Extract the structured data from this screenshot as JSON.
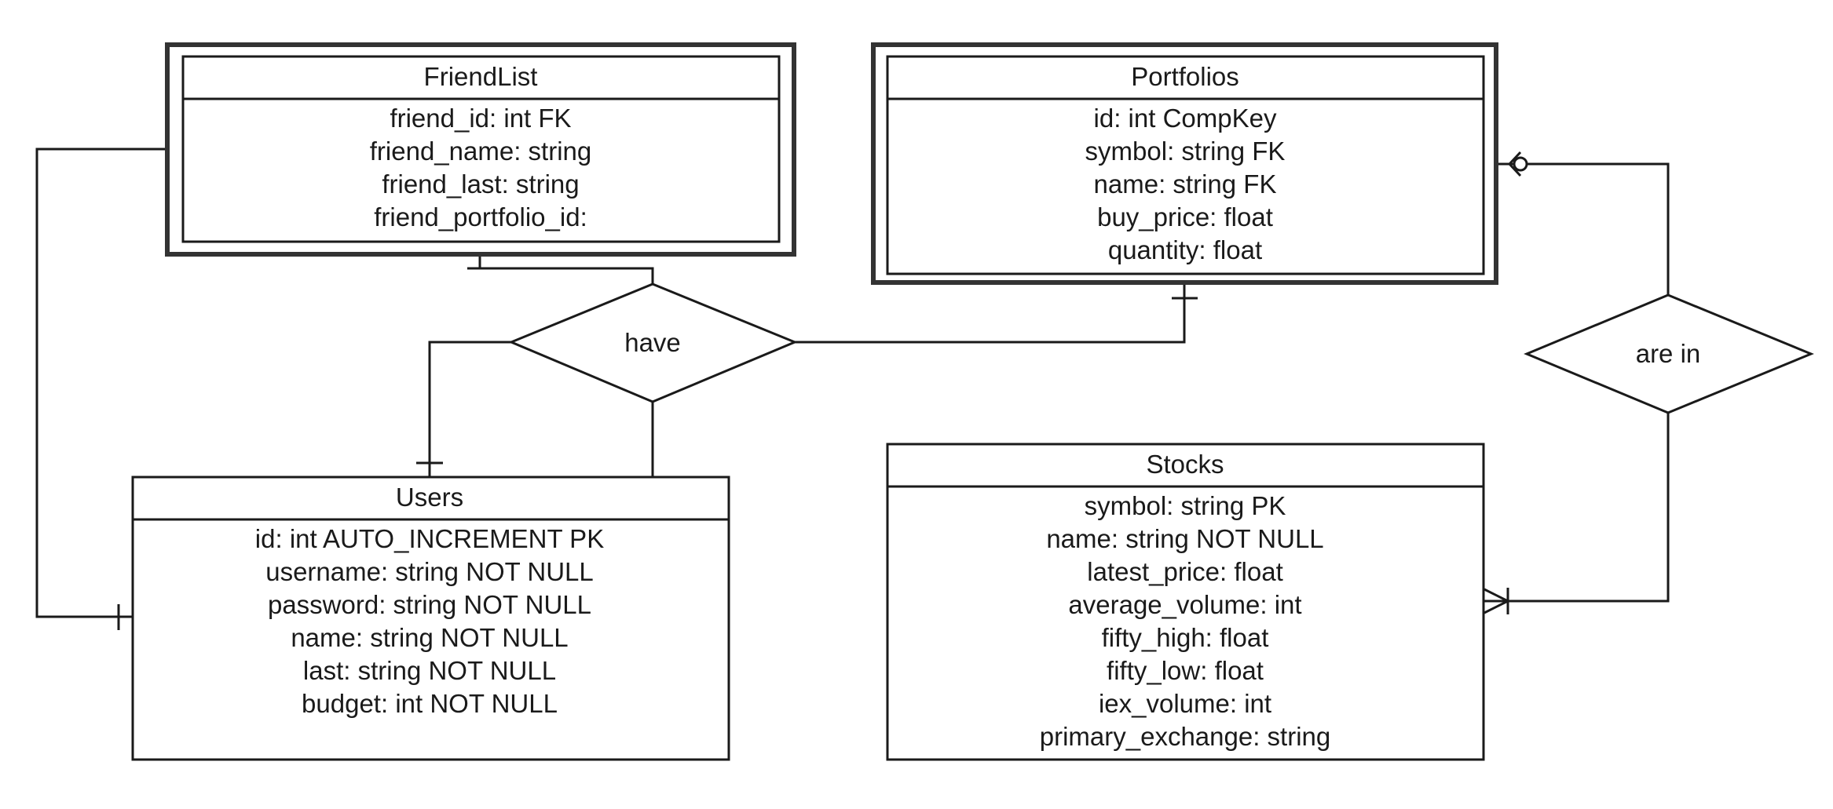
{
  "entities": {
    "friendlist": {
      "title": "FriendList",
      "attributes": [
        "friend_id: int FK",
        "friend_name: string",
        "friend_last: string",
        "friend_portfolio_id:"
      ]
    },
    "portfolios": {
      "title": "Portfolios",
      "attributes": [
        "id: int CompKey",
        "symbol: string FK",
        "name: string FK",
        "buy_price: float",
        "quantity: float"
      ]
    },
    "users": {
      "title": "Users",
      "attributes": [
        "id: int AUTO_INCREMENT PK",
        "username: string NOT NULL",
        "password: string NOT NULL",
        "name: string NOT NULL",
        "last: string NOT NULL",
        "budget: int NOT NULL"
      ]
    },
    "stocks": {
      "title": "Stocks",
      "attributes": [
        "symbol: string PK",
        "name: string NOT NULL",
        "latest_price: float",
        "average_volume: int",
        "fifty_high: float",
        "fifty_low: float",
        "iex_volume: int",
        "primary_exchange: string"
      ]
    }
  },
  "relationships": {
    "have": {
      "label": "have"
    },
    "are_in": {
      "label": "are in"
    }
  }
}
